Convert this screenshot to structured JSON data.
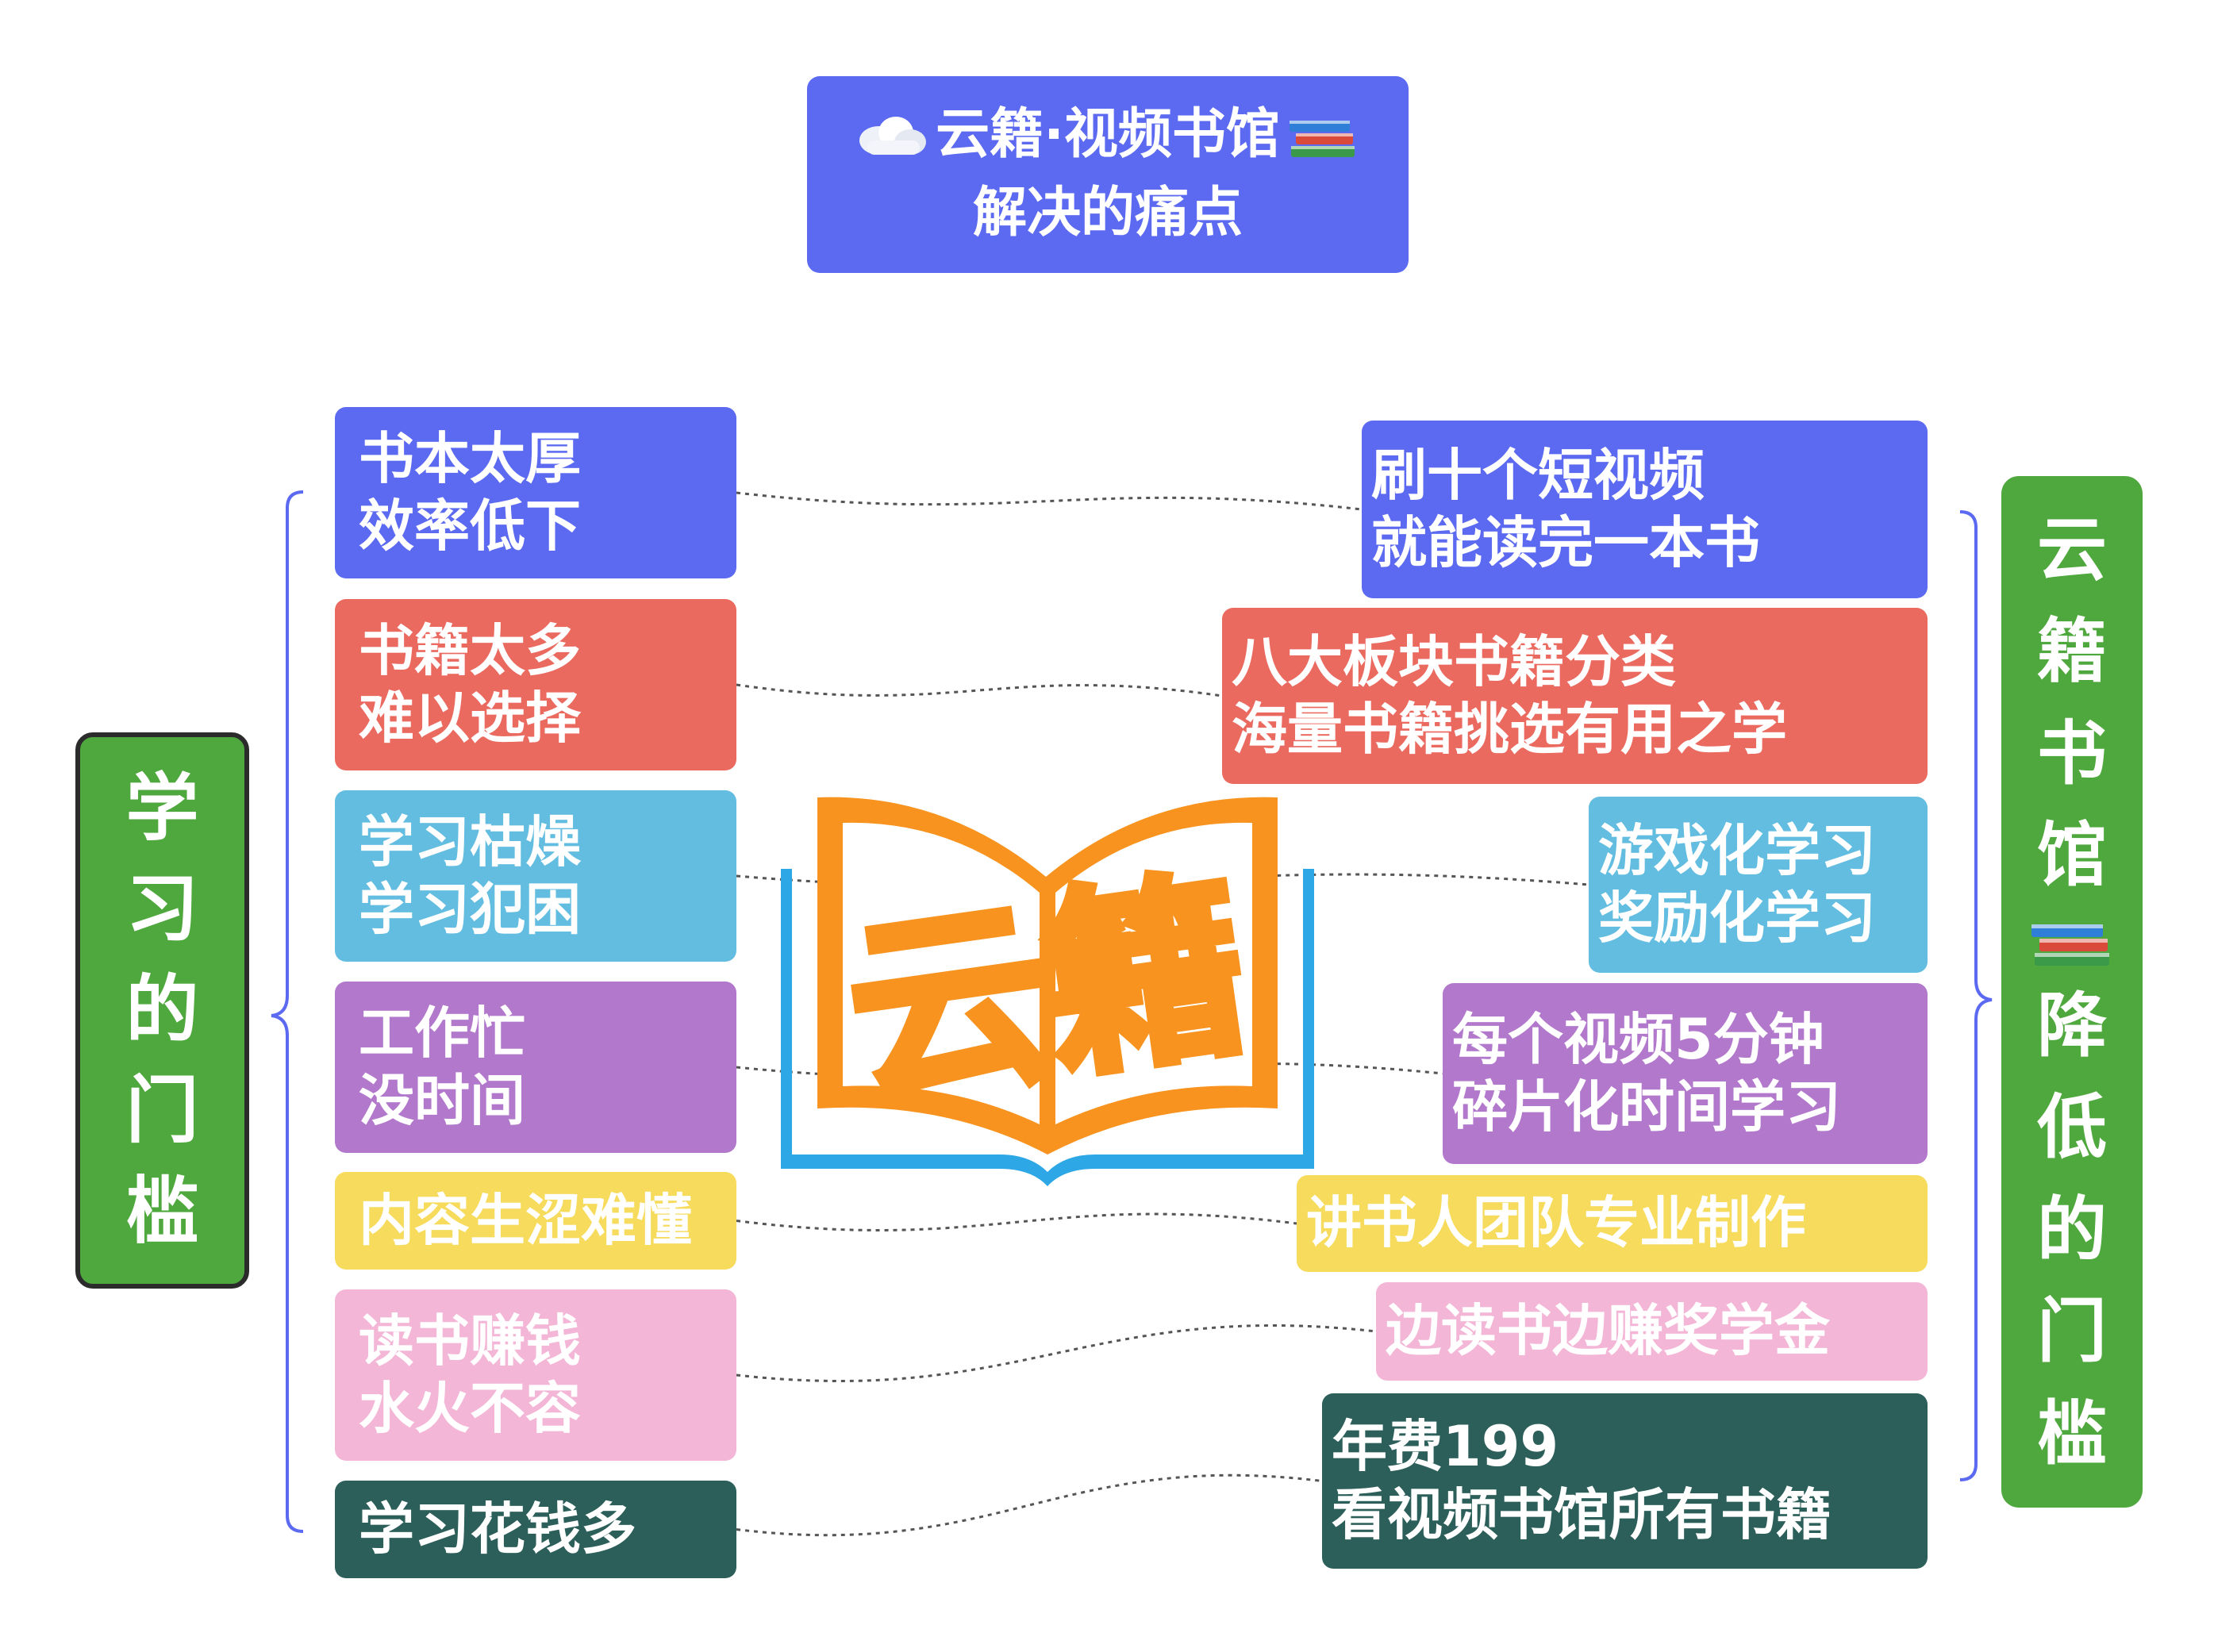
{
  "header": {
    "title_line1": "云籍·视频书馆",
    "title_line2": "解决的痛点",
    "cloud_icon": "cloud-icon",
    "books_icon": "books-icon"
  },
  "left_group": {
    "label": [
      "学",
      "习",
      "的",
      "门",
      "槛"
    ],
    "color": "#4fa83d"
  },
  "right_group": {
    "label_top": [
      "云",
      "籍",
      "书",
      "馆"
    ],
    "label_bottom": [
      "降",
      "低",
      "的",
      "门",
      "槛"
    ],
    "color": "#4fa83d"
  },
  "logo": {
    "text": "云籍",
    "primary_color": "#f7931e",
    "book_color": "#2da7e6"
  },
  "pain_points": [
    {
      "lines": [
        "书本太厚",
        "效率低下"
      ],
      "color": "#5b6af0"
    },
    {
      "lines": [
        "书籍太多",
        "难以选择"
      ],
      "color": "#eb6a60"
    },
    {
      "lines": [
        "学习枯燥",
        "学习犯困"
      ],
      "color": "#63bde0"
    },
    {
      "lines": [
        "工作忙",
        "没时间"
      ],
      "color": "#b278cc"
    },
    {
      "lines": [
        "内容生涩难懂"
      ],
      "color": "#f6db5c"
    },
    {
      "lines": [
        "读书赚钱",
        "水火不容"
      ],
      "color": "#f4b6d6"
    },
    {
      "lines": [
        "学习花钱多"
      ],
      "color": "#2c5f5a"
    }
  ],
  "solutions": [
    {
      "lines": [
        "刷十个短视频",
        "就能读完一本书"
      ],
      "color": "#5b6af0"
    },
    {
      "lines": [
        "八大板块书籍分类",
        "海量书籍挑选有用之学"
      ],
      "color": "#eb6a60"
    },
    {
      "lines": [
        "游戏化学习",
        "奖励化学习"
      ],
      "color": "#63bde0"
    },
    {
      "lines": [
        "每个视频5分钟",
        "碎片化时间学习"
      ],
      "color": "#b278cc"
    },
    {
      "lines": [
        "讲书人团队专业制作"
      ],
      "color": "#f6db5c"
    },
    {
      "lines": [
        "边读书边赚奖学金"
      ],
      "color": "#f4b6d6"
    },
    {
      "lines": [
        "年费199",
        "看视频书馆所有书籍"
      ],
      "color": "#2c5f5a"
    }
  ],
  "connector_color": "#555555",
  "bracket_color": "#5b6af0"
}
